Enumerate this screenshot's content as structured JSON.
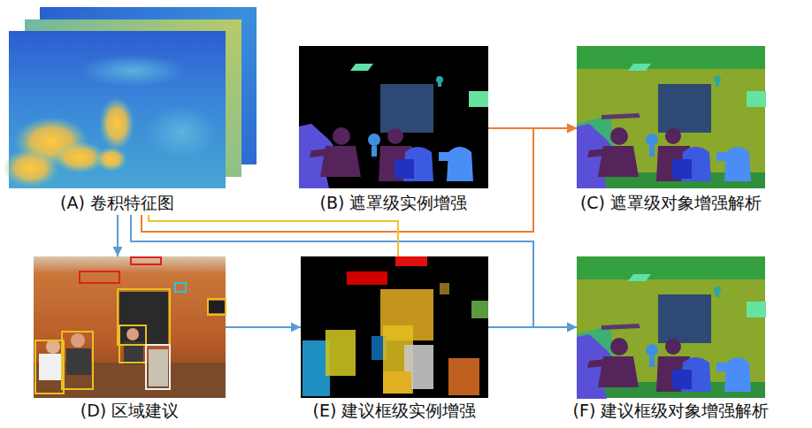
{
  "diagram": {
    "nodes": [
      {
        "text": [
          "(A) 卷积特征图"
        ]
      },
      {
        "text": [
          "(B) 遮罩级实例增强"
        ]
      },
      {
        "text": [
          "(C) 遮罩级对象增强解析"
        ]
      },
      {
        "text": [
          "(D) 区域建议"
        ]
      },
      {
        "text": [
          "(E) 建议框级实例增强"
        ]
      },
      {
        "text": [
          "(F) 建议框级对象增强解析"
        ]
      }
    ],
    "edges": [
      {
        "from": 0,
        "to": 3,
        "arrow": "to"
      },
      {
        "from": 3,
        "to": 4,
        "arrow": "to"
      },
      {
        "from": 4,
        "to": 5,
        "arrow": "to"
      },
      {
        "from": 0,
        "to": 5,
        "arrow": "to"
      },
      {
        "from": 1,
        "to": 2,
        "arrow": "to"
      },
      {
        "from": 0,
        "to": 2,
        "arrow": "to"
      },
      {
        "from": 0,
        "to": 4,
        "arrow": "none"
      }
    ]
  }
}
